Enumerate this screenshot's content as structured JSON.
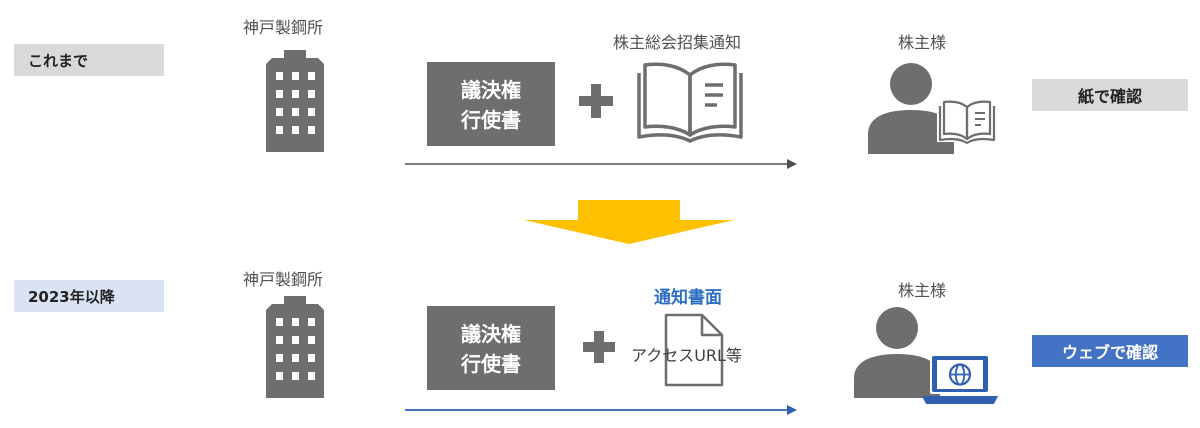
{
  "top_row": {
    "period": "これまで",
    "company": "神戸製鋼所",
    "document": {
      "line1": "議決権",
      "line2": "行使書"
    },
    "notice": "株主総会招集通知",
    "shareholder": "株主様",
    "confirm": "紙で確認"
  },
  "bottom_row": {
    "period": "2023年以降",
    "company": "神戸製鋼所",
    "document": {
      "line1": "議決権",
      "line2": "行使書"
    },
    "notice_title": "通知書面",
    "notice_detail": "アクセスURL等",
    "shareholder": "株主様",
    "confirm": "ウェブで確認"
  },
  "colors": {
    "gray_icon": "#6e6e6e",
    "label_gray_bg": "#d9d9d9",
    "label_blue_bg": "#dae3f3",
    "confirm_blue_bg": "#4472c4",
    "arrow_yellow": "#ffc000",
    "line_blue": "#2e5fb0",
    "title_blue": "#2e6fc6"
  },
  "icons": {
    "building": "building-icon",
    "plus": "plus-icon",
    "open_book": "open-book-icon",
    "person": "person-icon",
    "document": "document-icon",
    "laptop": "laptop-globe-icon",
    "down_arrow": "down-arrow-icon"
  }
}
